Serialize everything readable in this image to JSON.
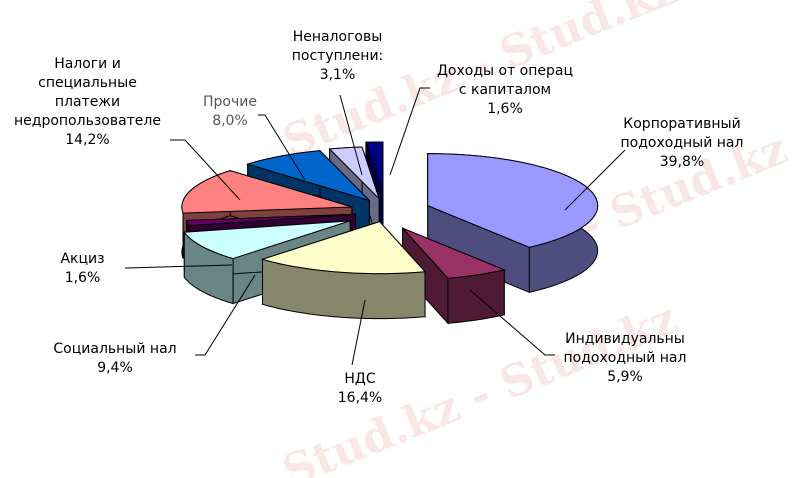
{
  "chart_data": {
    "type": "pie",
    "style": "3d-exploded",
    "title": "",
    "watermark": "Stud.kz - Stud.kz",
    "slices": [
      {
        "name": "Корпоративный подоходный налог",
        "label_lines": [
          "Корпоративный",
          "подоходный нал"
        ],
        "pct": "39,8%",
        "value": 39.8,
        "color": "#9999ff",
        "side": "#4d4d80"
      },
      {
        "name": "Индивидуальный подоходный налог",
        "label_lines": [
          "Индивидуальны",
          "подоходный нал"
        ],
        "pct": "5,9%",
        "value": 5.9,
        "color": "#993366",
        "side": "#4f1a33"
      },
      {
        "name": "НДС",
        "label_lines": [
          "НДС"
        ],
        "pct": "16,4%",
        "value": 16.4,
        "color": "#ffffcc",
        "side": "#86866a"
      },
      {
        "name": "Социальный налог",
        "label_lines": [
          "Социальный нал"
        ],
        "pct": "9,4%",
        "value": 9.4,
        "color": "#ccffff",
        "side": "#6a8585"
      },
      {
        "name": "Акциз",
        "label_lines": [
          "Акциз"
        ],
        "pct": "1,6%",
        "value": 1.6,
        "color": "#660066",
        "side": "#330033"
      },
      {
        "name": "Налоги и специальные платежи недропользователей",
        "label_lines": [
          "Налоги и",
          "специальные",
          "платежи",
          "недропользователе"
        ],
        "pct": "14,2%",
        "value": 14.2,
        "color": "#ff8080",
        "side": "#804040"
      },
      {
        "name": "Прочие",
        "label_lines": [
          "Прочие"
        ],
        "pct": "8,0%",
        "value": 8.0,
        "color": "#0066cc",
        "side": "#003366"
      },
      {
        "name": "Неналоговые поступления",
        "label_lines": [
          "Неналоговы",
          "поступлени:"
        ],
        "pct": "3,1%",
        "value": 3.1,
        "color": "#ccccff",
        "side": "#6a6a85"
      },
      {
        "name": "Доходы от операций с капиталом",
        "label_lines": [
          "Доходы от операц",
          "с капиталом"
        ],
        "pct": "1,6%",
        "value": 1.6,
        "color": "#000080",
        "side": "#000040"
      }
    ]
  }
}
